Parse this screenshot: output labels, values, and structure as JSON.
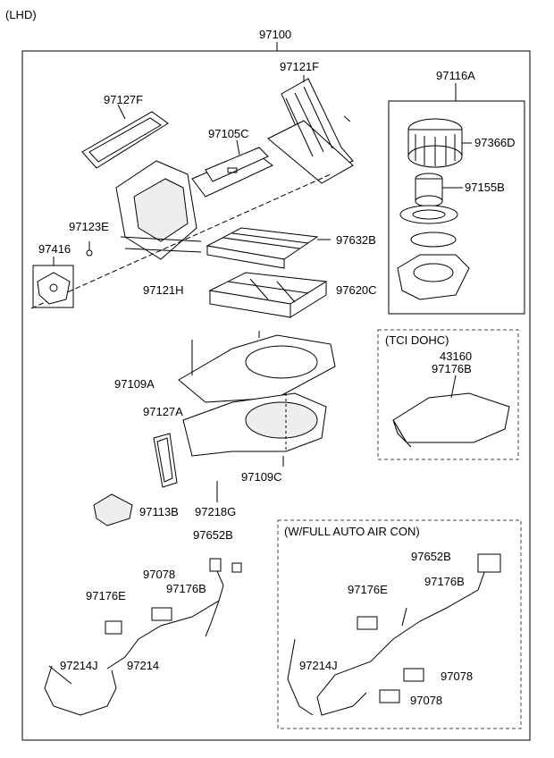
{
  "header": {
    "variant": "(LHD)",
    "assembly_number": "97100"
  },
  "callouts": {
    "p97121F": "97121F",
    "p97127F": "97127F",
    "p97105C": "97105C",
    "p97116A": "97116A",
    "p97366D": "97366D",
    "p97155B": "97155B",
    "p97123E": "97123E",
    "p97632B": "97632B",
    "p97416": "97416",
    "p97121H": "97121H",
    "p97620C": "97620C",
    "p97109A": "97109A",
    "p97127A": "97127A",
    "p97109C": "97109C",
    "p97113B": "97113B",
    "p97218G": "97218G",
    "p97652B": "97652B",
    "p97078": "97078",
    "p97176E": "97176E",
    "p97176B": "97176B",
    "p97214J": "97214J",
    "p97214": "97214"
  },
  "tci_box": {
    "title": "(TCI DOHC)",
    "part_a": "43160",
    "part_b": "97176B"
  },
  "auto_box": {
    "title": "(W/FULL AUTO AIR CON)",
    "p97652B": "97652B",
    "p97176E": "97176E",
    "p97176B": "97176B",
    "p97214J": "97214J",
    "p97078_upper": "97078",
    "p97078_lower": "97078"
  },
  "colors": {
    "line": "#000000",
    "dash_frame": "#444444",
    "part_fill": "#ffffff",
    "part_shade": "#d9d9d9"
  }
}
